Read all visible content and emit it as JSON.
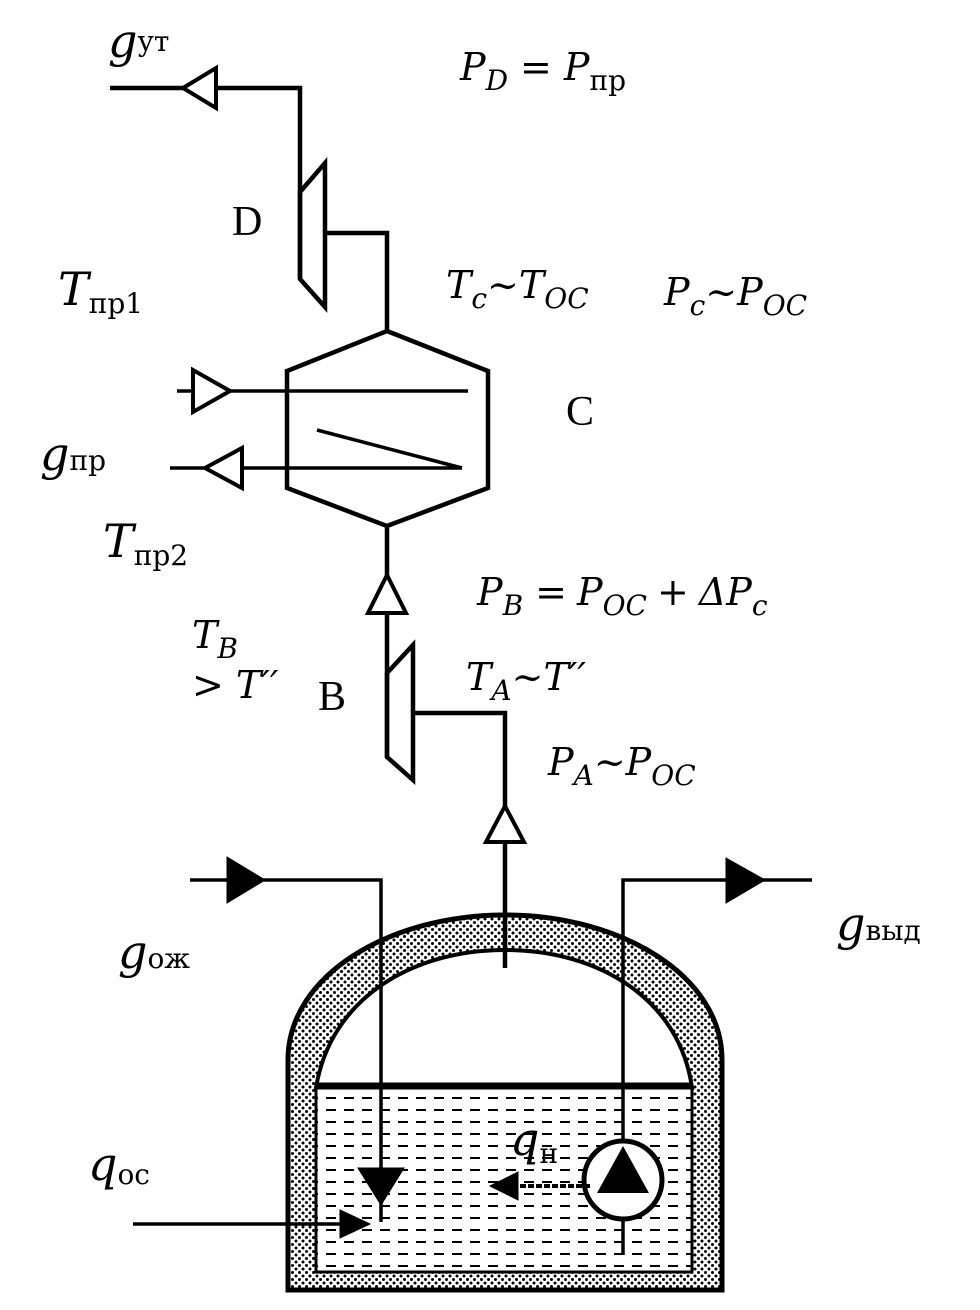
{
  "diagram": {
    "title": "Cryogenic vessel boil-off reliquefaction scheme",
    "nodes": [
      {
        "id": "D",
        "label": "D",
        "type": "compressor"
      },
      {
        "id": "C",
        "label": "C",
        "type": "heat-exchanger"
      },
      {
        "id": "B",
        "label": "B",
        "type": "compressor"
      },
      {
        "id": "vessel",
        "label": "",
        "type": "insulated-tank"
      },
      {
        "id": "pump",
        "label": "",
        "type": "pump"
      }
    ],
    "edges": [
      {
        "from": "vessel",
        "to": "B",
        "label": "A"
      },
      {
        "from": "B",
        "to": "C"
      },
      {
        "from": "C",
        "to": "D"
      },
      {
        "from": "D",
        "to": "outlet-ut"
      }
    ],
    "labels": {
      "g_ut": {
        "main": "g",
        "sub": "ут"
      },
      "p_d": {
        "main": "P",
        "sub": "D",
        "op": "=",
        "main2": "P",
        "sub2": "пр"
      },
      "d_letter": "D",
      "t_pr1": {
        "main": "T",
        "sub": "пр1"
      },
      "t_c": {
        "main": "T",
        "sub": "c",
        "op": "~",
        "main2": "T",
        "sub2": "OC"
      },
      "p_c": {
        "main": "P",
        "sub": "c",
        "op": "~",
        "main2": "P",
        "sub2": "OC"
      },
      "c_letter": "C",
      "g_pr": {
        "main": "g",
        "sub": "пр"
      },
      "t_pr2": {
        "main": "T",
        "sub": "пр2"
      },
      "p_b": {
        "main": "P",
        "sub": "B",
        "op": "=",
        "main2": "P",
        "sub2": "OC",
        "op2": "+",
        "main3": "ΔP",
        "sub3": "c"
      },
      "t_b": {
        "main": "T",
        "sub": "B",
        "line2": "> T′′"
      },
      "b_letter": "B",
      "t_a": {
        "main": "T",
        "sub": "A",
        "op": "~",
        "rhs": "T′′"
      },
      "p_a": {
        "main": "P",
        "sub": "A",
        "op": "~",
        "main2": "P",
        "sub2": "OC"
      },
      "g_ozh": {
        "main": "g",
        "sub": "ож"
      },
      "g_vyd": {
        "main": "g",
        "sub": "выд"
      },
      "q_oc": {
        "main": "q",
        "sub": "ос"
      },
      "q_n": {
        "main": "q",
        "sub": "н"
      }
    }
  }
}
